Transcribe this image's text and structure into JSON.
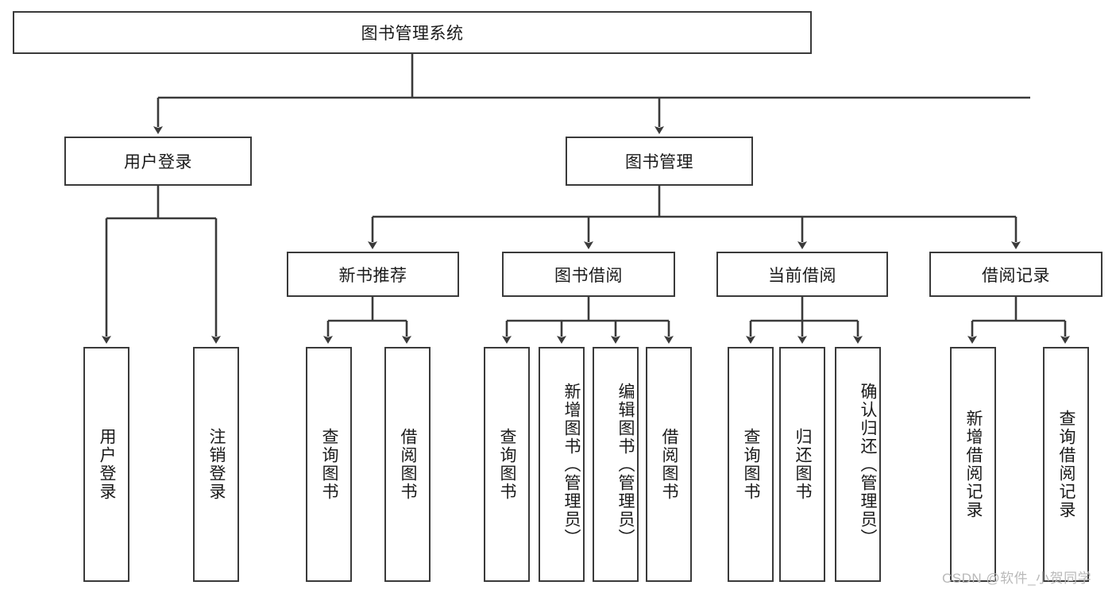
{
  "diagram": {
    "type": "hierarchy-tree",
    "title": "图书管理系统",
    "root": {
      "label": "图书管理系统"
    },
    "level2": [
      {
        "label": "用户登录"
      },
      {
        "label": "图书管理"
      }
    ],
    "level3": [
      {
        "label": "新书推荐"
      },
      {
        "label": "图书借阅"
      },
      {
        "label": "当前借阅"
      },
      {
        "label": "借阅记录"
      }
    ],
    "leaves": {
      "user_login": [
        {
          "label": "用户登录"
        },
        {
          "label": "注销登录"
        }
      ],
      "new_book_recommend": [
        {
          "label": "查询图书"
        },
        {
          "label": "借阅图书"
        }
      ],
      "book_borrow": [
        {
          "label": "查询图书"
        },
        {
          "label": "新增图书（管理员）"
        },
        {
          "label": "编辑图书（管理员）"
        },
        {
          "label": "借阅图书"
        }
      ],
      "current_borrow": [
        {
          "label": "查询图书"
        },
        {
          "label": "归还图书"
        },
        {
          "label": "确认归还（管理员）"
        }
      ],
      "borrow_record": [
        {
          "label": "新增借阅记录"
        },
        {
          "label": "查询借阅记录"
        }
      ]
    }
  },
  "watermark": {
    "text": "CSDN @软件_小贺同学"
  },
  "colors": {
    "stroke": "#3a3a3a",
    "background": "#ffffff",
    "text": "#1a1a1a",
    "watermark": "#b9b9b9"
  }
}
